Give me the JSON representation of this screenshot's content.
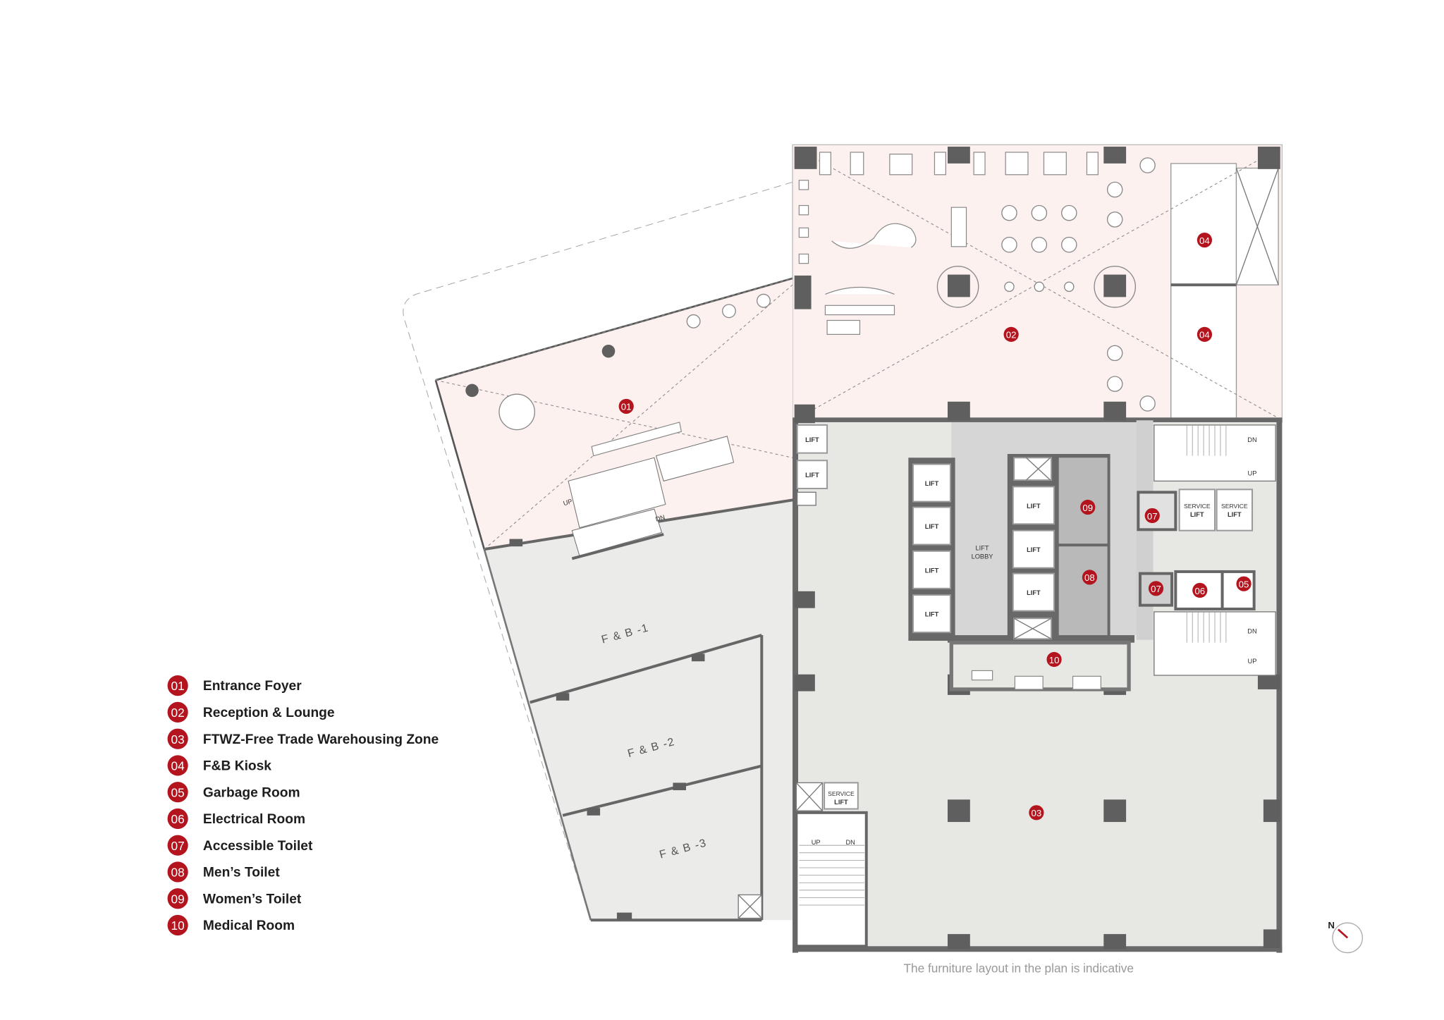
{
  "legend": [
    {
      "num": "01",
      "label": "Entrance Foyer"
    },
    {
      "num": "02",
      "label": "Reception & Lounge"
    },
    {
      "num": "03",
      "label": "FTWZ-Free Trade Warehousing Zone"
    },
    {
      "num": "04",
      "label": "F&B Kiosk"
    },
    {
      "num": "05",
      "label": "Garbage Room"
    },
    {
      "num": "06",
      "label": "Electrical Room"
    },
    {
      "num": "07",
      "label": "Accessible Toilet"
    },
    {
      "num": "08",
      "label": "Men’s Toilet"
    },
    {
      "num": "09",
      "label": "Women’s Toilet"
    },
    {
      "num": "10",
      "label": "Medical Room"
    }
  ],
  "rooms": {
    "fb1": "F & B -1",
    "fb2": "F & B -2",
    "fb3": "F & B -3",
    "lift": "LIFT",
    "service": "SERVICE",
    "lobby_1": "LIFT",
    "lobby_2": "LOBBY",
    "up": "UP",
    "dn": "DN"
  },
  "compass": {
    "label": "N"
  },
  "footnote": "The furniture layout in the plan is indicative",
  "colors": {
    "accent": "#b3141d",
    "pink_zone": "#fcf1ef",
    "grey_zone": "#e7e7e4",
    "wall": "#686868"
  }
}
